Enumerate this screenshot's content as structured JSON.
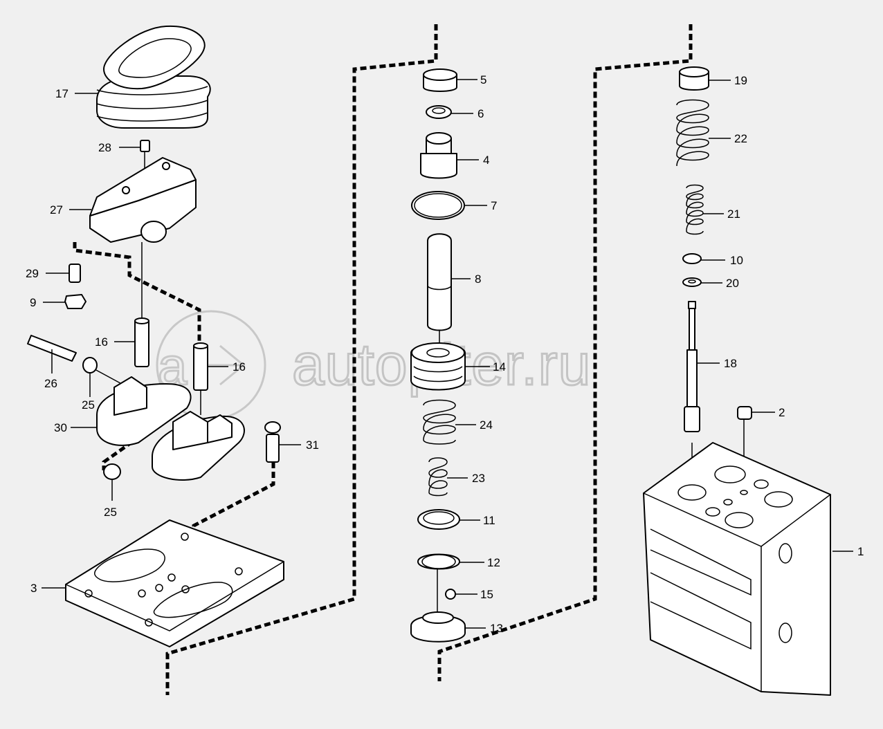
{
  "watermark": "autopiter.ru",
  "callouts": [
    {
      "id": "c1",
      "text": "1"
    },
    {
      "id": "c2",
      "text": "2"
    },
    {
      "id": "c3",
      "text": "3"
    },
    {
      "id": "c4",
      "text": "4"
    },
    {
      "id": "c5",
      "text": "5"
    },
    {
      "id": "c6",
      "text": "6"
    },
    {
      "id": "c7",
      "text": "7"
    },
    {
      "id": "c8",
      "text": "8"
    },
    {
      "id": "c9",
      "text": "9"
    },
    {
      "id": "c10",
      "text": "10"
    },
    {
      "id": "c11",
      "text": "11"
    },
    {
      "id": "c12",
      "text": "12"
    },
    {
      "id": "c13",
      "text": "13"
    },
    {
      "id": "c14",
      "text": "14"
    },
    {
      "id": "c15",
      "text": "15"
    },
    {
      "id": "c16a",
      "text": "16"
    },
    {
      "id": "c16b",
      "text": "16"
    },
    {
      "id": "c17",
      "text": "17"
    },
    {
      "id": "c18",
      "text": "18"
    },
    {
      "id": "c19",
      "text": "19"
    },
    {
      "id": "c20",
      "text": "20"
    },
    {
      "id": "c21",
      "text": "21"
    },
    {
      "id": "c22",
      "text": "22"
    },
    {
      "id": "c23",
      "text": "23"
    },
    {
      "id": "c24",
      "text": "24"
    },
    {
      "id": "c25a",
      "text": "25"
    },
    {
      "id": "c25b",
      "text": "25"
    },
    {
      "id": "c26",
      "text": "26"
    },
    {
      "id": "c27",
      "text": "27"
    },
    {
      "id": "c28",
      "text": "28"
    },
    {
      "id": "c29",
      "text": "29"
    },
    {
      "id": "c30",
      "text": "30"
    },
    {
      "id": "c31",
      "text": "31"
    }
  ]
}
